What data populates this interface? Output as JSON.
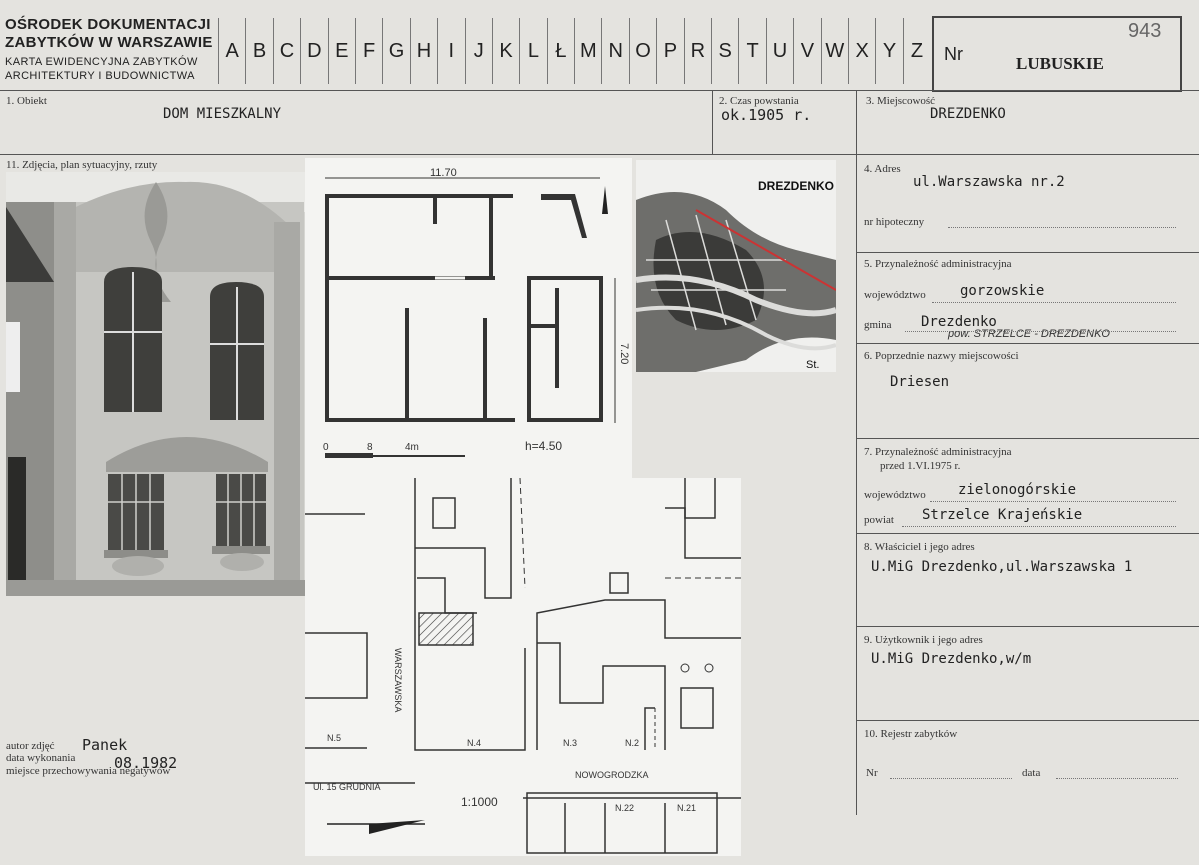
{
  "header": {
    "org_line1": "OŚRODEK DOKUMENTACJI",
    "org_line2": "ZABYTKÓW W WARSZAWIE",
    "card_line1": "KARTA EWIDENCYJNA ZABYTKÓW",
    "card_line2": "ARCHITEKTURY I BUDOWNICTWA",
    "letters": [
      "A",
      "B",
      "C",
      "D",
      "E",
      "F",
      "G",
      "H",
      "I",
      "J",
      "K",
      "L",
      "Ł",
      "M",
      "N",
      "O",
      "P",
      "R",
      "S",
      "T",
      "U",
      "V",
      "W",
      "X",
      "Y",
      "Z"
    ],
    "nr_label": "Nr",
    "region": "LUBUSKIE",
    "card_number": "943"
  },
  "fields": {
    "f1_label": "1. Obiekt",
    "f1_value": "DOM MIESZKALNY",
    "f2_label": "2. Czas powstania",
    "f2_value": "ok.1905 r.",
    "f3_label": "3. Miejscowość",
    "f3_value": "DREZDENKO",
    "f4_label": "4. Adres",
    "f4_value": "ul.Warszawska nr.2",
    "f4_hip_label": "nr hipoteczny",
    "f5_label": "5. Przynależność administracyjna",
    "f5_woj_label": "województwo",
    "f5_woj_value": "gorzowskie",
    "f5_gmina_label": "gmina",
    "f5_gmina_value": "Drezdenko",
    "f5_gmina_note": "pow. STRZELCE - DREZDENKO",
    "f6_label": "6. Poprzednie nazwy miejscowości",
    "f6_value": "Driesen",
    "f7_label": "7. Przynależność administracyjna",
    "f7_sub": "przed 1.VI.1975 r.",
    "f7_woj_label": "województwo",
    "f7_woj_value": "zielonogórskie",
    "f7_pow_label": "powiat",
    "f7_pow_value": "Strzelce Krajeńskie",
    "f8_label": "8. Właściciel i jego adres",
    "f8_value": "U.MiG Drezdenko,ul.Warszawska 1",
    "f9_label": "9. Użytkownik i jego adres",
    "f9_value": "U.MiG Drezdenko,w/m",
    "f10_label": "10. Rejestr zabytków",
    "f10_nr": "Nr",
    "f10_data": "data",
    "f11_label": "11. Zdjęcia, plan sytuacyjny, rzuty"
  },
  "footer": {
    "author_label": "autor zdjęć",
    "author_value": "Panek",
    "date_label": "data wykonania",
    "date_value": "08.1982",
    "neg_label": "miejsce przechowywania negatywów"
  },
  "drawings": {
    "plan_width": "11.70",
    "plan_depth": "7.20",
    "plan_height": "h=4.50",
    "scale_0": "0",
    "scale_mid": "8",
    "scale_end": "4m",
    "map_title": "DREZDENKO",
    "map_st": "St.",
    "site_street1": "WARSZAWSKA",
    "site_street2": "NOWOGRODZKA",
    "site_street3": "Ul. 15 GRUDNIA",
    "site_scale": "1:1000",
    "site_n5": "N.5",
    "site_n4": "N.4",
    "site_n3": "N.3",
    "site_n2": "N.2",
    "site_n22": "N.22",
    "site_n21": "N.21"
  }
}
